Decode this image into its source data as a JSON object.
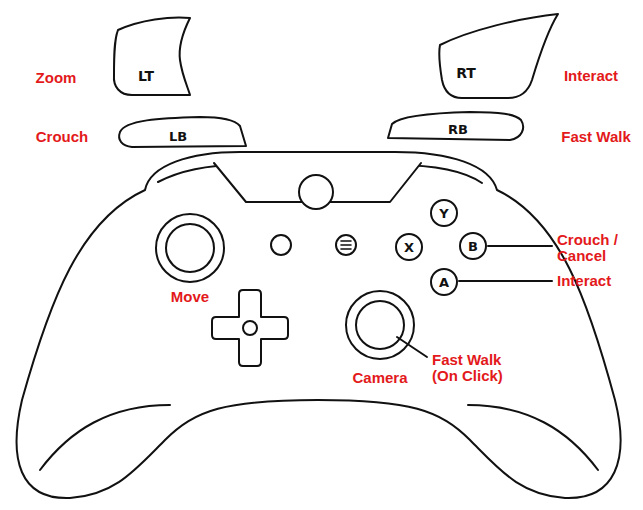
{
  "diagram": {
    "nodes": [
      {
        "text": [
          "LT"
        ]
      },
      {
        "text": [
          "RT"
        ]
      },
      {
        "text": [
          "LB"
        ]
      },
      {
        "text": [
          "RB"
        ]
      },
      {
        "text": [
          "Y"
        ]
      },
      {
        "text": [
          "X"
        ]
      },
      {
        "text": [
          "B"
        ]
      },
      {
        "text": [
          "A"
        ]
      }
    ],
    "labels": [
      "Zoom",
      "Interact",
      "Crouch",
      "Fast Walk",
      "Crouch / Cancel",
      "Interact",
      "Move",
      "Camera",
      "Fast Walk (On Click)"
    ]
  }
}
